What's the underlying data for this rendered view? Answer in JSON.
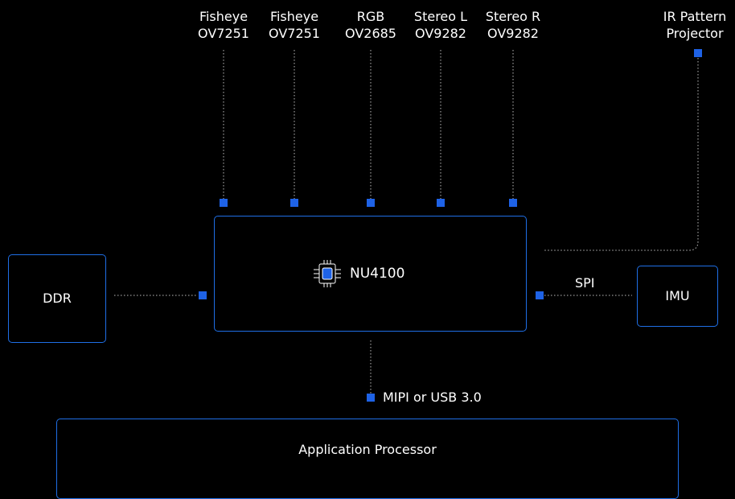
{
  "sensors": [
    {
      "line1": "Fisheye",
      "line2": "OV7251"
    },
    {
      "line1": "Fisheye",
      "line2": "OV7251"
    },
    {
      "line1": "RGB",
      "line2": "OV2685"
    },
    {
      "line1": "Stereo L",
      "line2": "OV9282"
    },
    {
      "line1": "Stereo R",
      "line2": "OV9282"
    }
  ],
  "projector": {
    "line1": "IR Pattern",
    "line2": "Projector"
  },
  "chip": {
    "label": "NU4100",
    "icon": "chip-icon"
  },
  "ddr": {
    "label": "DDR"
  },
  "imu": {
    "label": "IMU"
  },
  "spi": {
    "label": "SPI"
  },
  "bus": {
    "label": "MIPI or USB 3.0"
  },
  "app": {
    "label": "Application Processor"
  },
  "colors": {
    "accent": "#1f6fe6",
    "node": "#1e62e6",
    "background": "#000000",
    "text": "#ffffff",
    "line": "#bbbbbb"
  }
}
